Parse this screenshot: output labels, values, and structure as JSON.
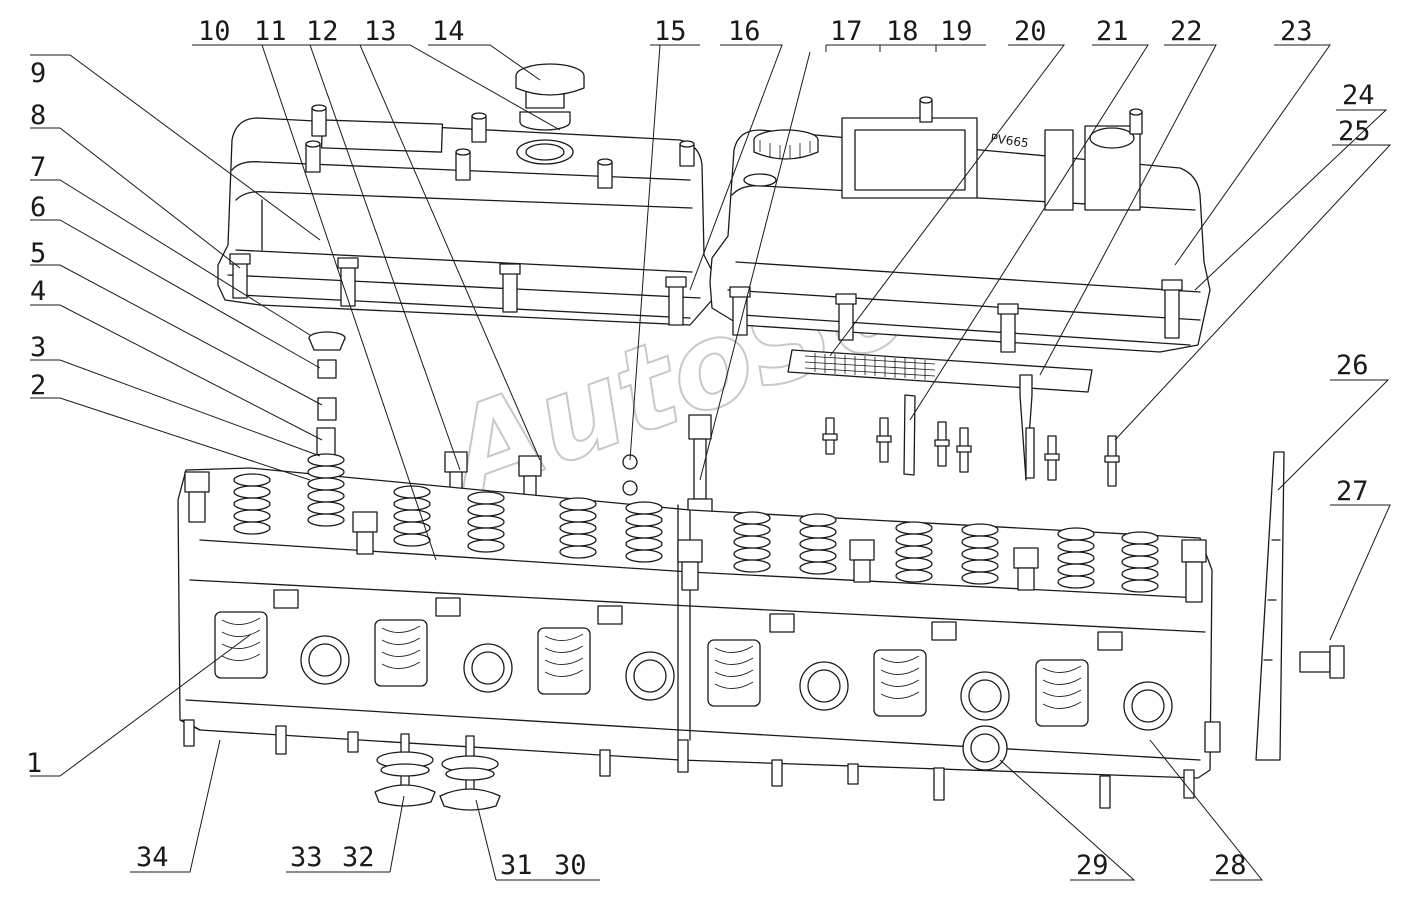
{
  "watermark": "AutoSoft",
  "cover_marking": "PV665",
  "callouts": [
    "1",
    "2",
    "3",
    "4",
    "5",
    "6",
    "7",
    "8",
    "9",
    "10",
    "11",
    "12",
    "13",
    "14",
    "15",
    "16",
    "17",
    "18",
    "19",
    "20",
    "21",
    "22",
    "23",
    "24",
    "25",
    "26",
    "27",
    "28",
    "29",
    "30",
    "31",
    "32",
    "33",
    "34"
  ]
}
